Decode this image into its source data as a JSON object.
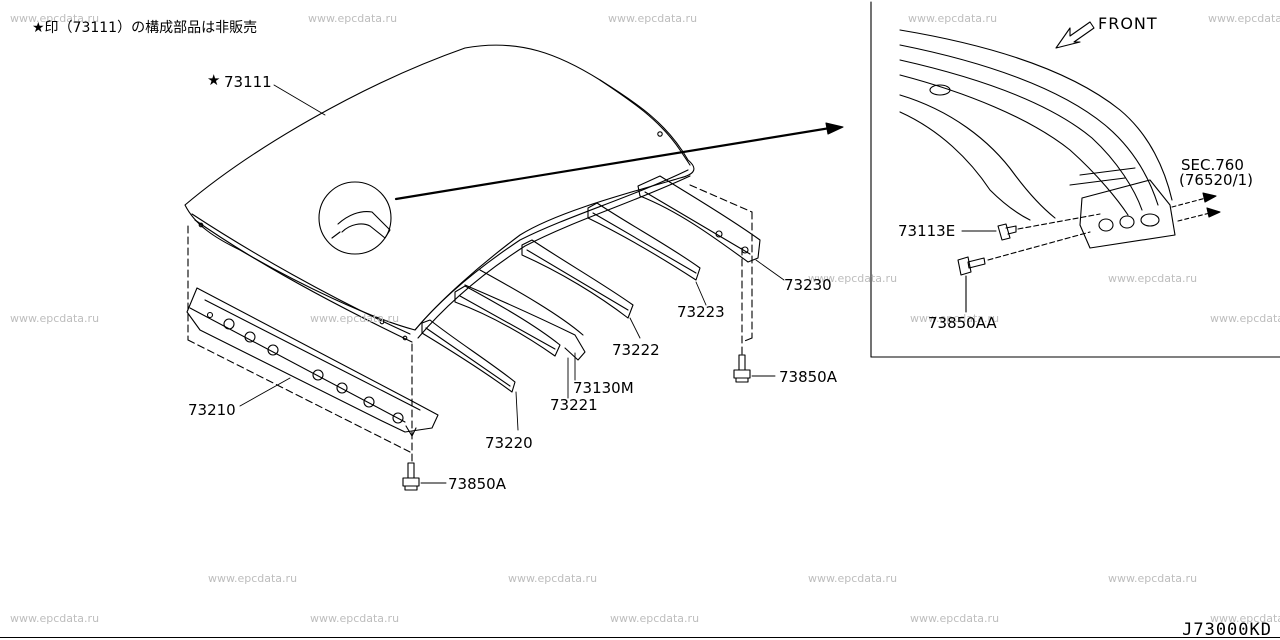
{
  "note": "★印（73111）の構成部品は非販売",
  "watermark": "www.epcdata.ru",
  "drawing_code": "J73000KD",
  "inset": {
    "front_label": "FRONT",
    "sec_line1": "SEC.760",
    "sec_line2": "(76520/1)"
  },
  "parts": {
    "p73111": "73111",
    "p73210": "73210",
    "p73220": "73220",
    "p73221": "73221",
    "p73130m": "73130M",
    "p73222": "73222",
    "p73223": "73223",
    "p73230": "73230",
    "p73850a_right": "73850A",
    "p73850a_bottom": "73850A",
    "p73113e": "73113E",
    "p73850aa": "73850AA"
  }
}
